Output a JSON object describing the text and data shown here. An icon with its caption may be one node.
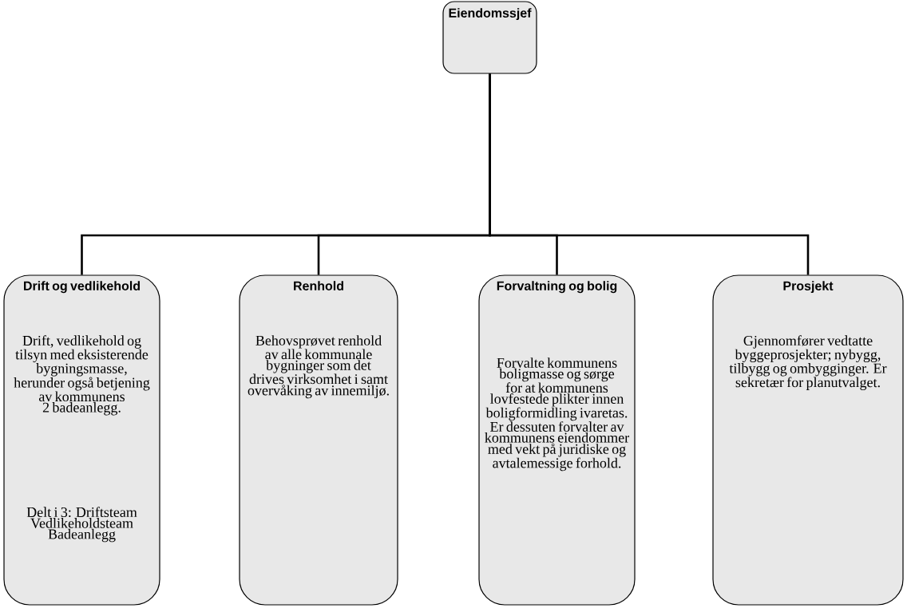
{
  "diagram": {
    "nodes": [
      {
        "text": [
          "Eiendomssjef"
        ]
      },
      {
        "text": [
          "Drift og vedlikehold",
          "Drift, vedlikehold og tilsyn med eksisterende bygningsmasse, herunder også betjening av kommunens 2 badeanlegg.",
          "Delt i 3: Driftsteam Vedlikeholdsteam Badeanlegg"
        ]
      },
      {
        "text": [
          "Renhold",
          "Behovsprøvet renhold av alle kommunale bygninger som det drives virksomhet i samt overvåking av innemiljø."
        ]
      },
      {
        "text": [
          "Forvaltning og bolig",
          "Forvalte kommunens boligmasse og sørge for at kommunens lovfestede plikter innen boligformidling ivaretas. Er dessuten forvalter av kommunens eiendommer med vekt på juridiske og avtalemessige forhold."
        ]
      },
      {
        "text": [
          "Prosjekt",
          "Gjennomfører vedtatte byggeprosjekter; nybygg, tilbygg og ombygginger. Er sekretær for planutvalget."
        ]
      }
    ],
    "edges": [
      {
        "from": 0,
        "to": 1,
        "arrow": "none"
      },
      {
        "from": 0,
        "to": 2,
        "arrow": "none"
      },
      {
        "from": 0,
        "to": 3,
        "arrow": "none"
      },
      {
        "from": 0,
        "to": 4,
        "arrow": "none"
      }
    ]
  }
}
